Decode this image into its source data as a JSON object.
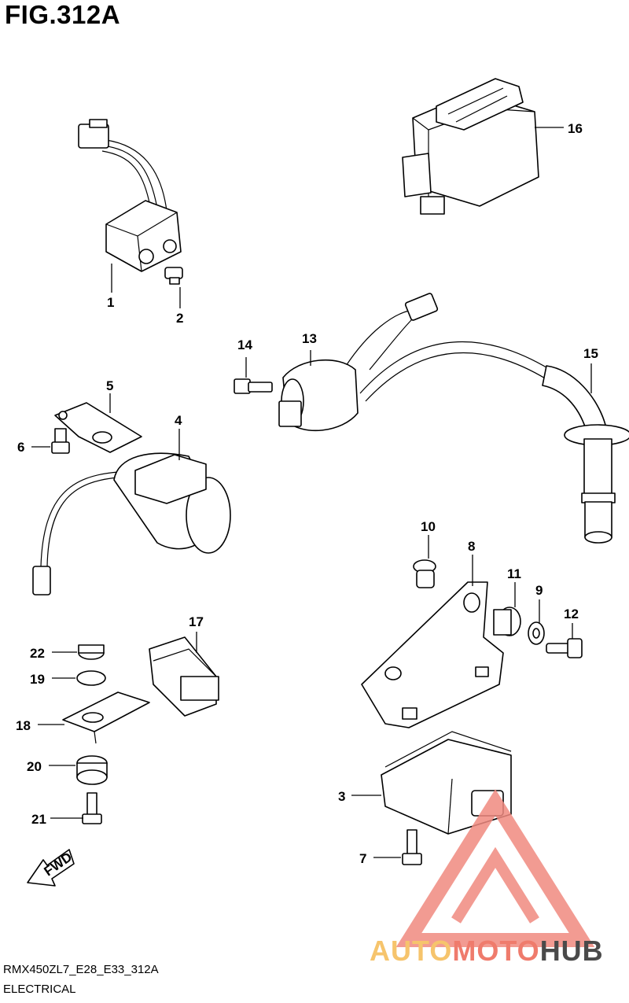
{
  "header": {
    "figure_title": "FIG.312A"
  },
  "footer": {
    "model_code": "RMX450ZL7_E28_E33_312A",
    "section_name": "ELECTRICAL"
  },
  "fwd_marker": {
    "label": "FWD"
  },
  "watermark": {
    "word_a": "AUTO",
    "word_b": "MOTO",
    "word_c": "HUB",
    "color_a": "#f6c46c",
    "color_b": "#ef7b6c",
    "color_c": "#4a4a4a",
    "logo_color": "#f08a80"
  },
  "callouts": {
    "c1": "1",
    "c2": "2",
    "c3": "3",
    "c4": "4",
    "c5": "5",
    "c6": "6",
    "c7": "7",
    "c8": "8",
    "c9": "9",
    "c10": "10",
    "c11": "11",
    "c12": "12",
    "c13": "13",
    "c14": "14",
    "c15": "15",
    "c16": "16",
    "c17": "17",
    "c18": "18",
    "c19": "19",
    "c20": "20",
    "c21": "21",
    "c22": "22"
  }
}
